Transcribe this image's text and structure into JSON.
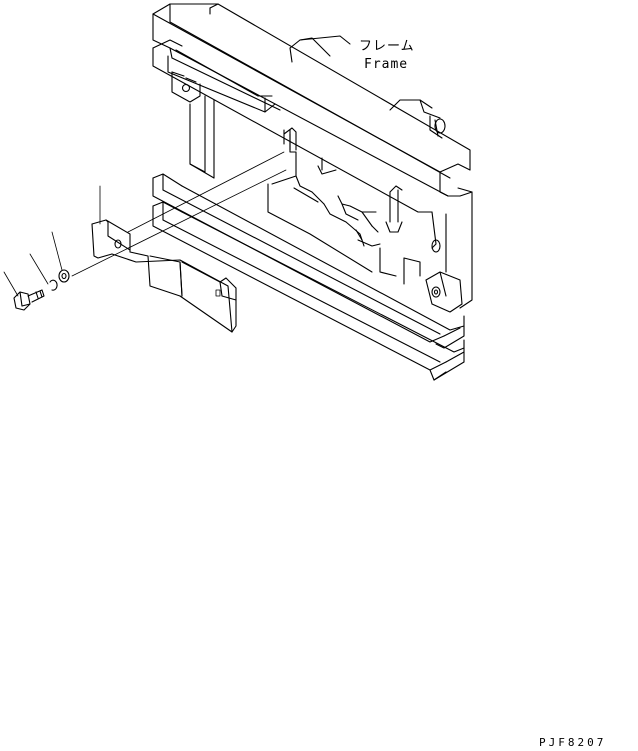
{
  "labels": {
    "frame_jp": "フレーム",
    "frame_en": "Frame"
  },
  "drawing_code": "PJF8207",
  "colors": {
    "line": "#000000",
    "background": "#ffffff"
  }
}
